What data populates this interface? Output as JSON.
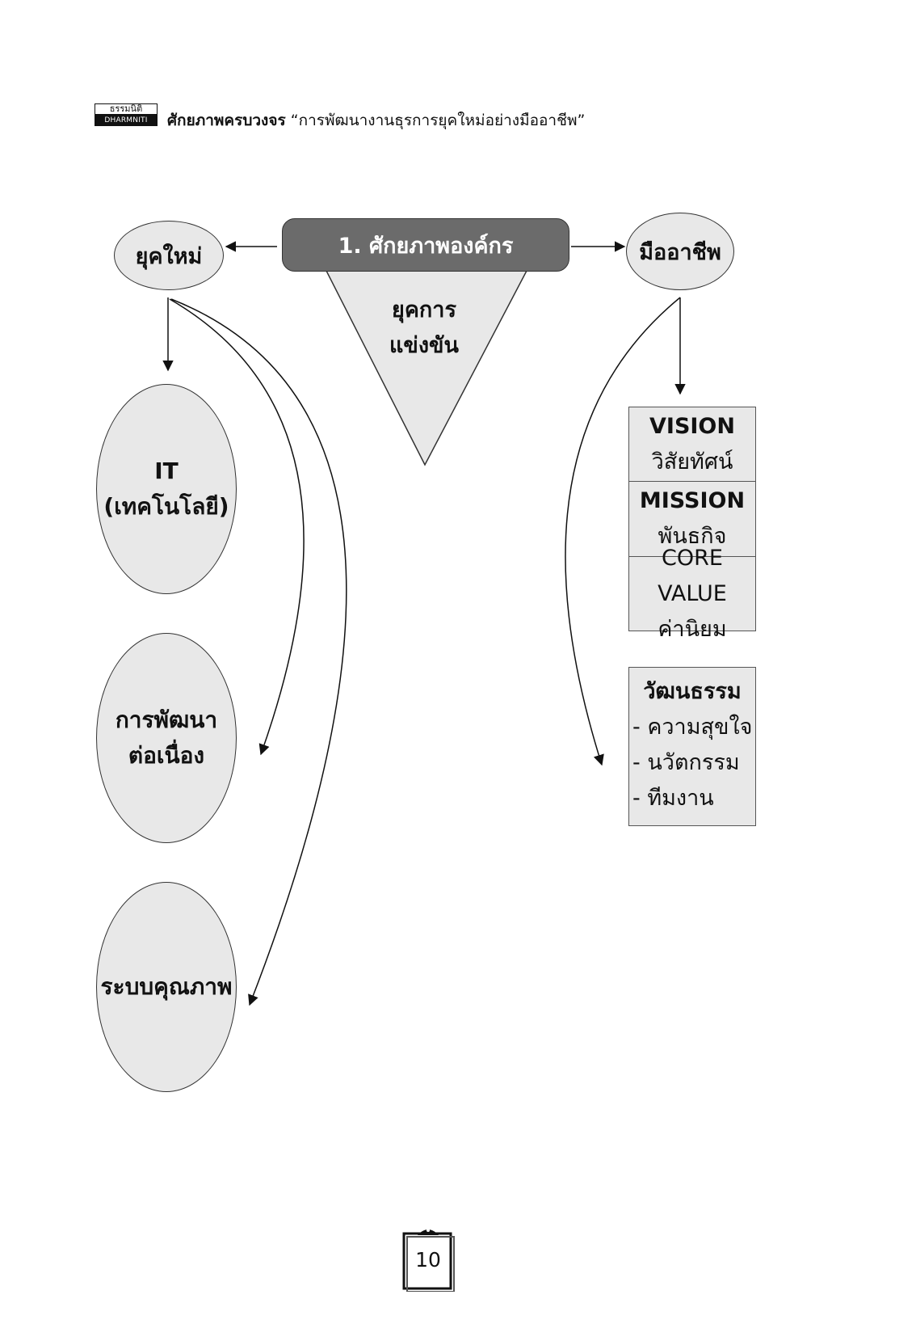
{
  "header": {
    "logo_thai": "ธรรมนิติ",
    "logo_en": "DHARMNITI",
    "book_title": "ศักยภาพครบวงจร",
    "subtitle": "“การพัฒนางานธุรการยุคใหม่อย่างมืออาชีพ”"
  },
  "diagram": {
    "center_title": "1. ศักยภาพองค์กร",
    "triangle_line1": "ยุคการ",
    "triangle_line2": "แข่งขัน",
    "left_node": "ยุคใหม่",
    "right_node": "มืออาชีพ",
    "left_items": {
      "it_line1": "IT",
      "it_line2": "(เทคโนโลยี)",
      "dev_line1": "การพัฒนา",
      "dev_line2": "ต่อเนื่อง",
      "quality": "ระบบคุณภาพ"
    },
    "right_box": {
      "vision_en": "VISION",
      "vision_th": "วิสัยทัศน์",
      "mission_en": "MISSION",
      "mission_th": "พันธกิจ",
      "core_en": "CORE VALUE",
      "core_th": "ค่านิยม"
    },
    "culture_box": {
      "title": "วัฒนธรรม",
      "items": [
        "- ความสุขใจ",
        "- นวัตกรรม",
        "- ทีมงาน"
      ]
    }
  },
  "page_number": "10",
  "colors": {
    "fill_light": "#e8e8e8",
    "title_fill": "#6b6b6b",
    "line": "#333333"
  }
}
